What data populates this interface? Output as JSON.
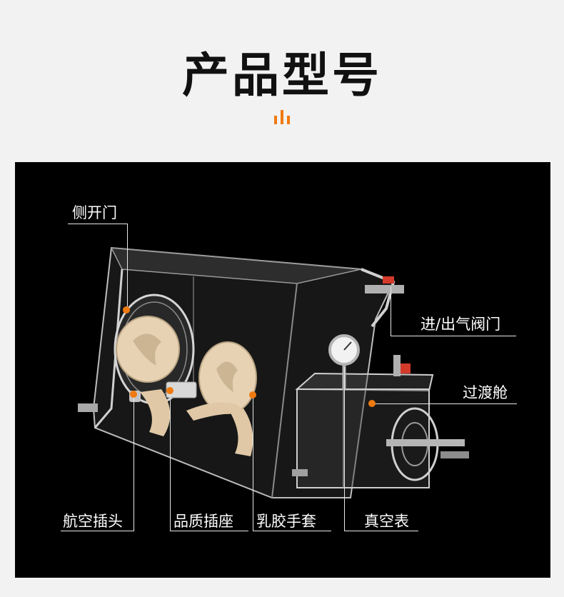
{
  "header": {
    "title": "产品型号"
  },
  "colors": {
    "accent": "#f07a10",
    "panel": "#000000",
    "background": "#f2f2f2"
  },
  "labels": {
    "side_door": "侧开门",
    "valve": "进/出气阀门",
    "transfer": "过渡舱",
    "aviation_plug": "航空插头",
    "quality_socket": "品质插座",
    "latex_gloves": "乳胶手套",
    "vacuum_gauge": "真空表"
  }
}
